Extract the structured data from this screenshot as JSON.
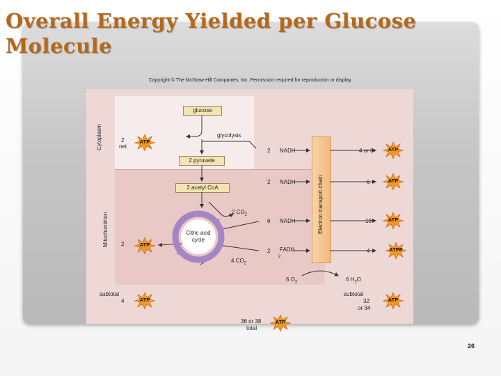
{
  "title": "Overall Energy Yielded per Glucose Molecule",
  "copyright": "Copyright © The McGraw-Hill Companies, Inc. Permission required for reproduction or display.",
  "regions": {
    "cytoplasm": "Cytoplasm",
    "mitochondrion": "Mitochondrion",
    "etc": "Electron transport chain"
  },
  "molecules": {
    "glucose": "glucose",
    "pyruvate": "2 pyruvate",
    "acetyl": "2 acetyl CoA",
    "citric": "Citric acid cycle"
  },
  "labels": {
    "glycolysis": "glycolysis",
    "net_num": "2",
    "net_word": "net",
    "co2_top": "2 CO",
    "co2_top_sub": "2",
    "co2_bottom": "4 CO",
    "co2_bottom_sub": "2",
    "cycle_atp_num": "2",
    "o2": "6 O",
    "o2_sub": "2",
    "h2o": "6 H",
    "h2o_sub": "2",
    "h2o_end": "O"
  },
  "carriers": [
    {
      "count": "2",
      "name": "NADH",
      "yield": "4 or 6",
      "atp": "ATP"
    },
    {
      "count": "2",
      "name": "NADH",
      "yield": "6",
      "atp": "ATP"
    },
    {
      "count": "6",
      "name": "NADH",
      "yield": "18",
      "atp": "ATP"
    },
    {
      "count": "2",
      "name": "FADH",
      "name_sub": "2",
      "yield": "4",
      "atp": "ATPP"
    }
  ],
  "atp_label": "ATP",
  "subtotals": {
    "left_label": "subtotal",
    "left_value": "4",
    "right_label": "subtotal",
    "right_value": "32",
    "right_alt": "or 34",
    "total_value": "36 or 38",
    "total_label": "total"
  },
  "page_number": "26",
  "colors": {
    "title": "#b6681a",
    "atp_burst": "#f29a1f",
    "box_fill": "#f4e4b4"
  }
}
